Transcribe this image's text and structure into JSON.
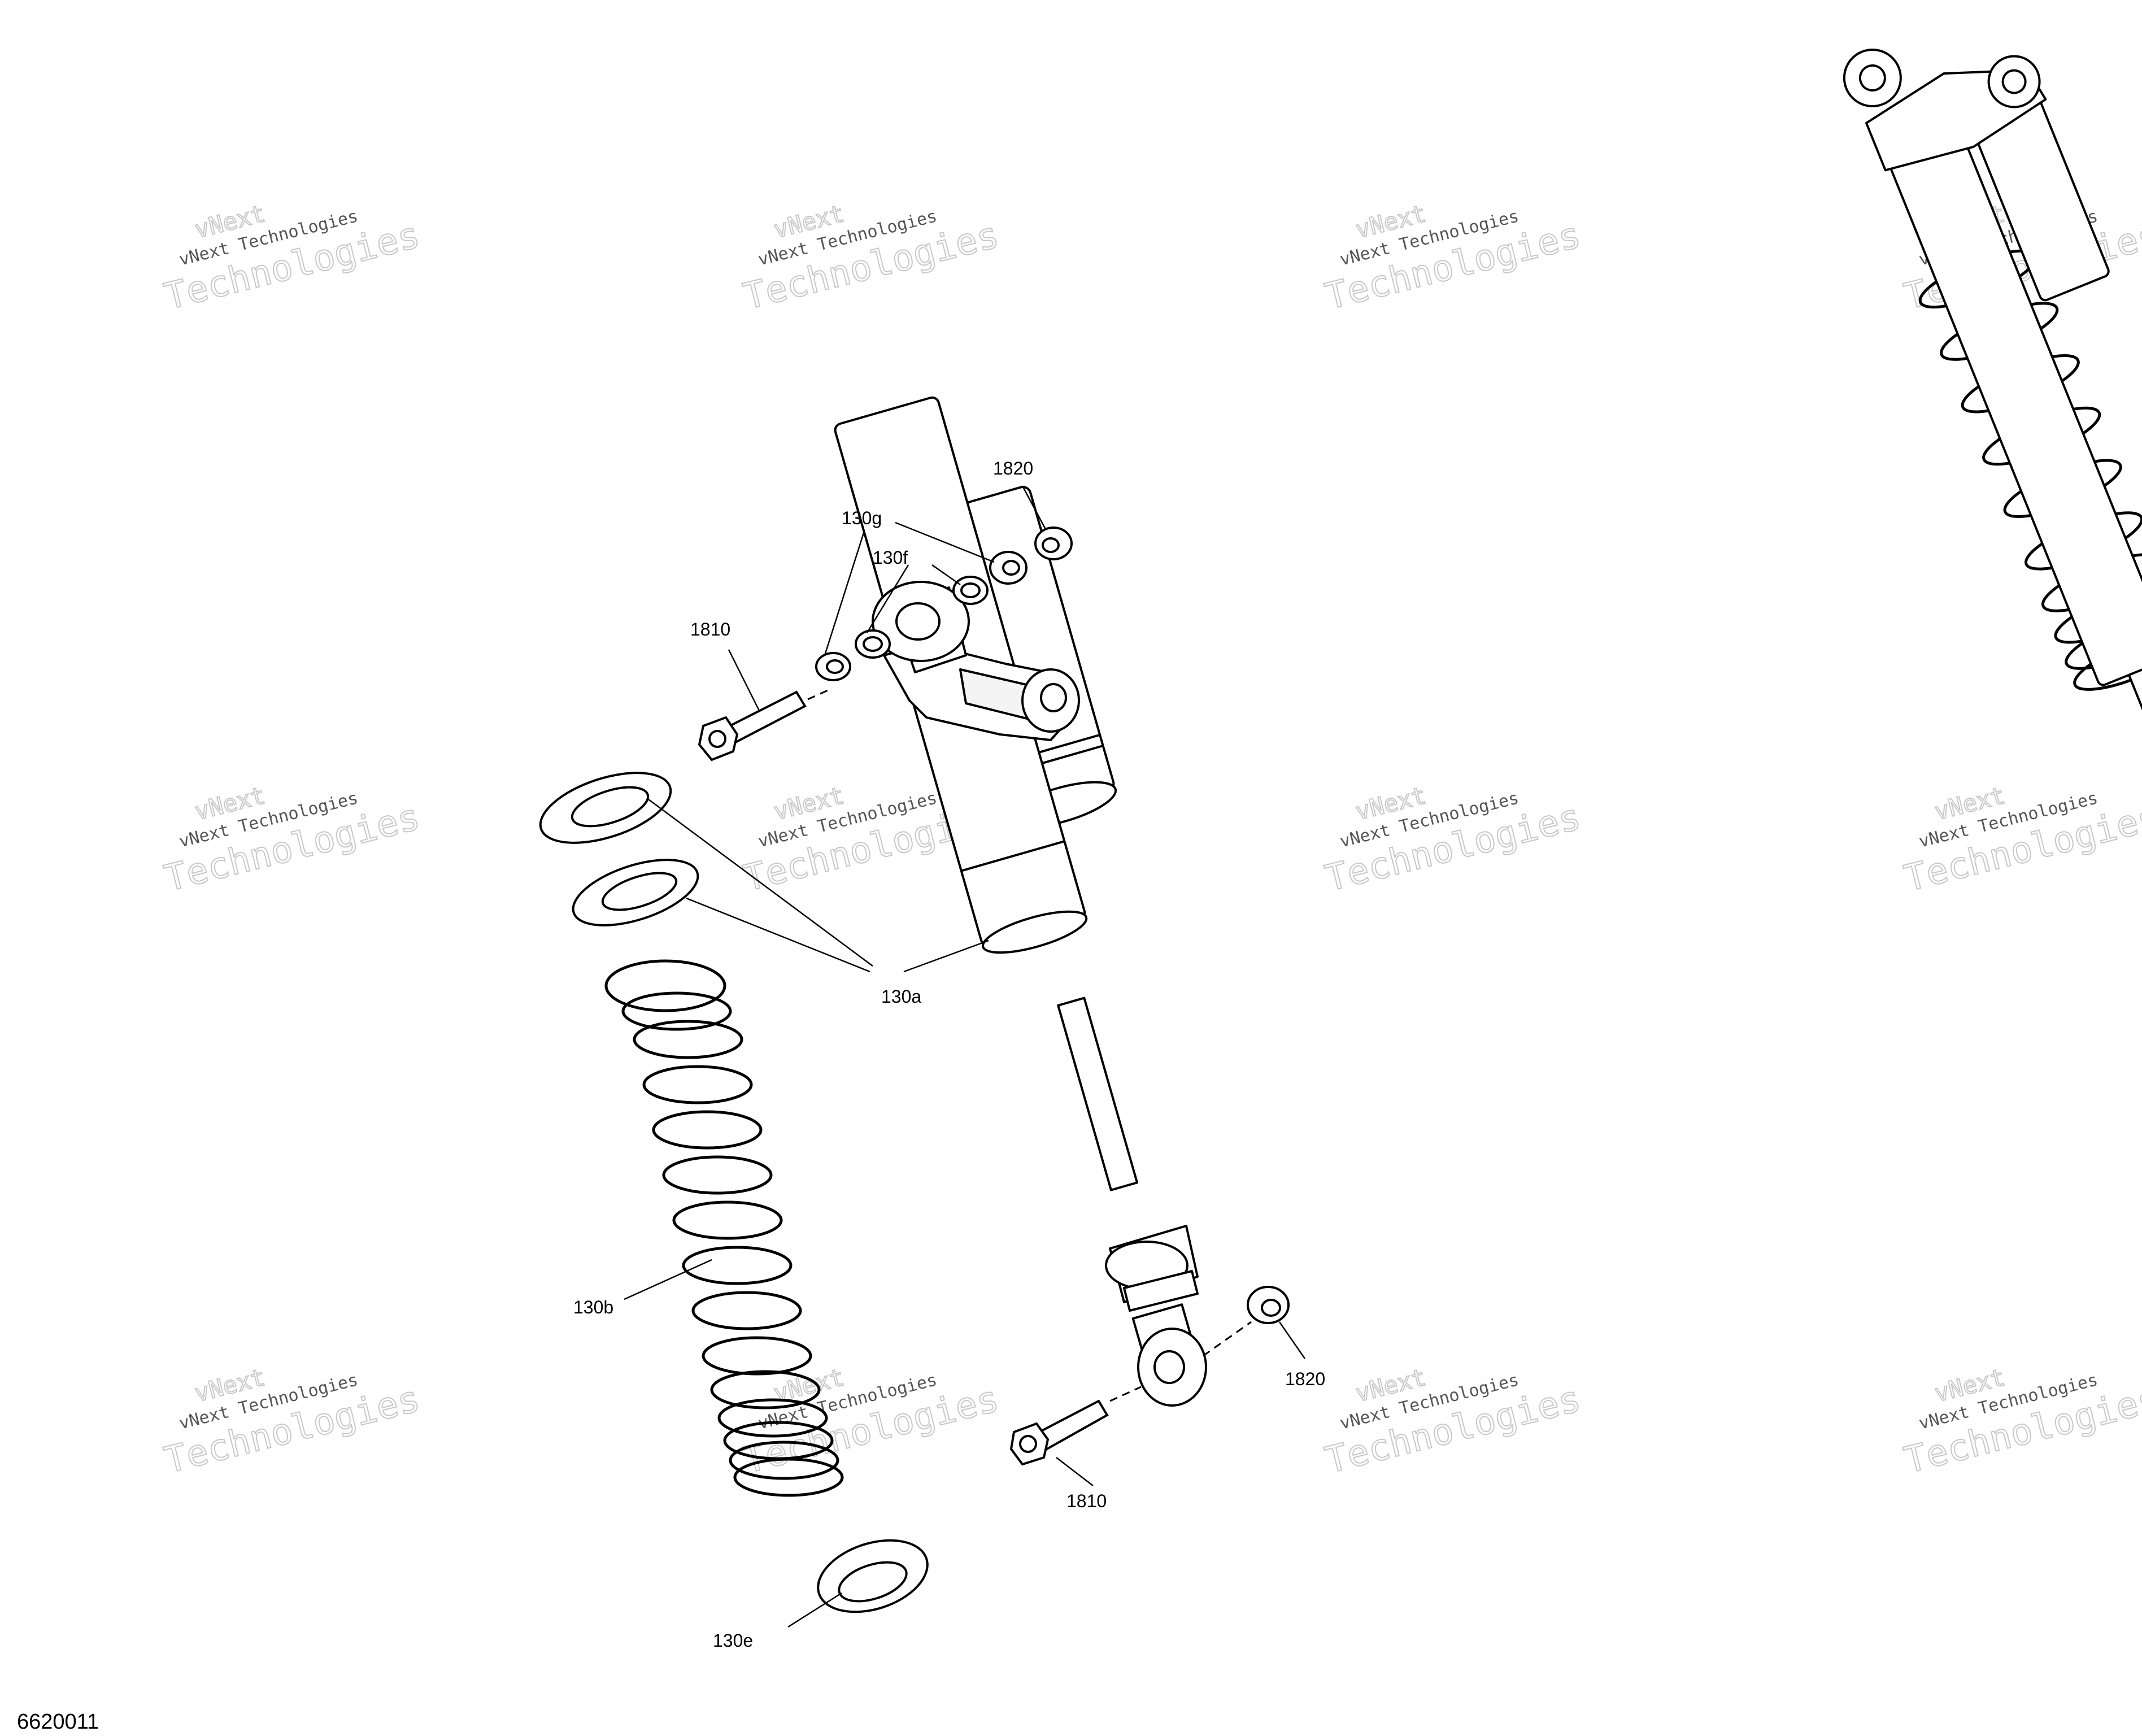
{
  "watermark": {
    "small": "vNext Technologies",
    "large": "Technologies",
    "overlay": "vNext"
  },
  "callouts": {
    "c1820_top": "1820",
    "c130g": "130g",
    "c130f": "130f",
    "c1810_top": "1810",
    "c130a": "130a",
    "c130b": "130b",
    "c1820_bottom": "1820",
    "c1810_bottom": "1810",
    "c130e": "130e"
  },
  "figure_number": "6620011"
}
